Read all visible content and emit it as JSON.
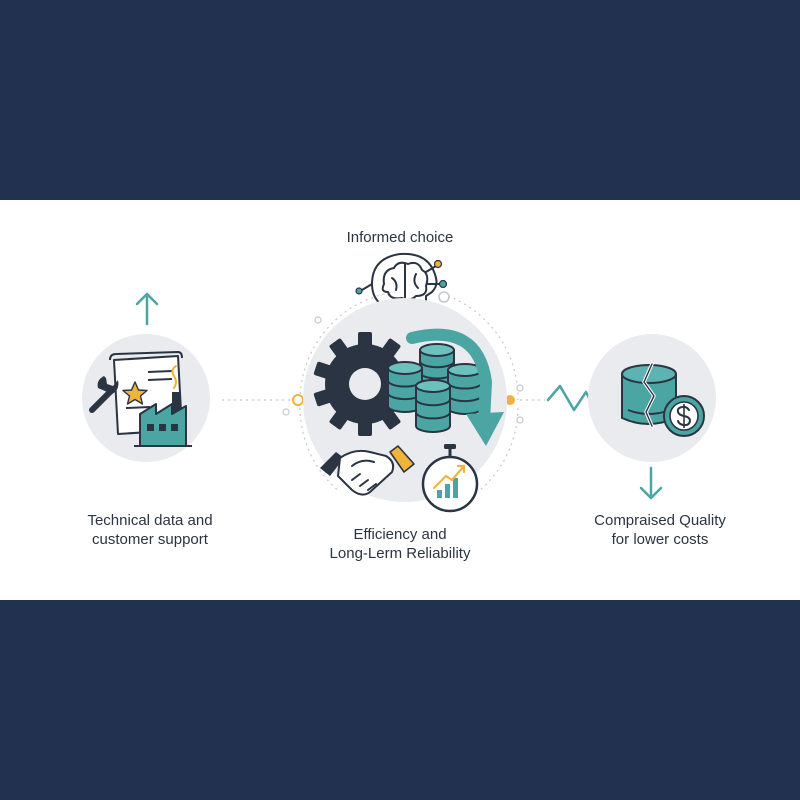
{
  "labels": {
    "informed_choice": "Informed choice",
    "left_line1": "Technical data and",
    "left_line2": "customer support",
    "center_line1": "Efficiency and",
    "center_line2": "Long-Lerm Reliability",
    "right_line1": "Comprаised Quality",
    "right_line2": "for lower costs"
  },
  "icons": {
    "left": [
      "arrow-up-icon",
      "document-icon",
      "star-icon",
      "wrench-icon",
      "factory-icon"
    ],
    "top": [
      "brain-head-icon"
    ],
    "center": [
      "gear-icon",
      "database-stack-icon",
      "circular-arrow-icon",
      "handshake-icon",
      "stopwatch-chart-icon"
    ],
    "right": [
      "broken-coin-stack-icon",
      "dollar-coin-icon",
      "zigzag-decline-icon",
      "arrow-down-icon"
    ]
  },
  "colors": {
    "navy": "#21314f",
    "teal": "#4aa5a3",
    "gold": "#f0b43c",
    "dark": "#2b3442",
    "circle_bg": "#e9ebee"
  }
}
